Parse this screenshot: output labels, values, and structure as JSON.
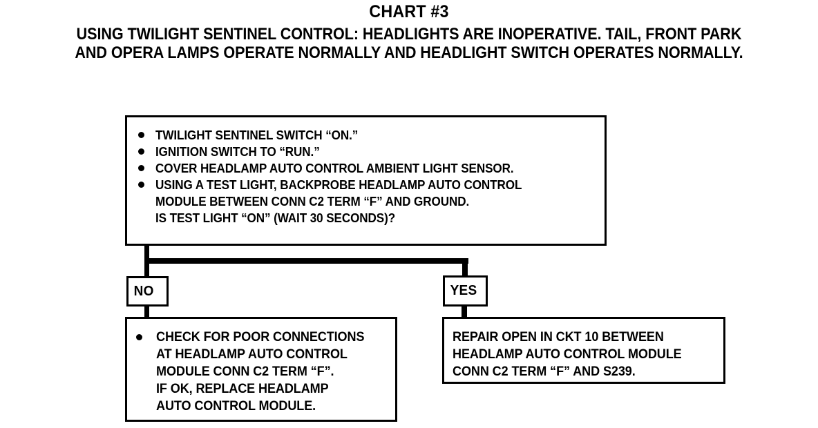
{
  "title": {
    "chart_label": "CHART #3",
    "subtitle_line_1": "USING TWILIGHT SENTINEL CONTROL:  HEADLIGHTS ARE INOPERATIVE.  TAIL, FRONT PARK",
    "subtitle_line_2": "AND OPERA LAMPS OPERATE NORMALLY AND HEADLIGHT SWITCH OPERATES NORMALLY."
  },
  "main_box": {
    "bullets": [
      {
        "lines": [
          "TWILIGHT SENTINEL SWITCH “ON.”"
        ]
      },
      {
        "lines": [
          "IGNITION SWITCH TO “RUN.”"
        ]
      },
      {
        "lines": [
          "COVER HEADLAMP AUTO CONTROL AMBIENT LIGHT SENSOR."
        ]
      },
      {
        "lines": [
          "USING A TEST LIGHT, BACKPROBE HEADLAMP AUTO CONTROL",
          "MODULE BETWEEN CONN C2 TERM “F” AND GROUND.",
          "IS TEST LIGHT “ON” (WAIT 30 SECONDS)?"
        ]
      }
    ]
  },
  "branches": {
    "no_label": "NO",
    "yes_label": "YES"
  },
  "no_result_box": {
    "bullets": [
      {
        "lines": [
          "CHECK FOR POOR CONNECTIONS",
          "AT HEADLAMP AUTO CONTROL",
          "MODULE CONN C2 TERM “F”.",
          "IF OK, REPLACE HEADLAMP",
          "AUTO CONTROL MODULE."
        ]
      }
    ]
  },
  "yes_result_box": {
    "lines": [
      "REPAIR OPEN IN CKT 10 BETWEEN",
      "HEADLAMP AUTO CONTROL MODULE",
      "CONN C2 TERM “F” AND S239."
    ]
  },
  "colors": {
    "ink": "#000000",
    "paper": "#ffffff"
  }
}
